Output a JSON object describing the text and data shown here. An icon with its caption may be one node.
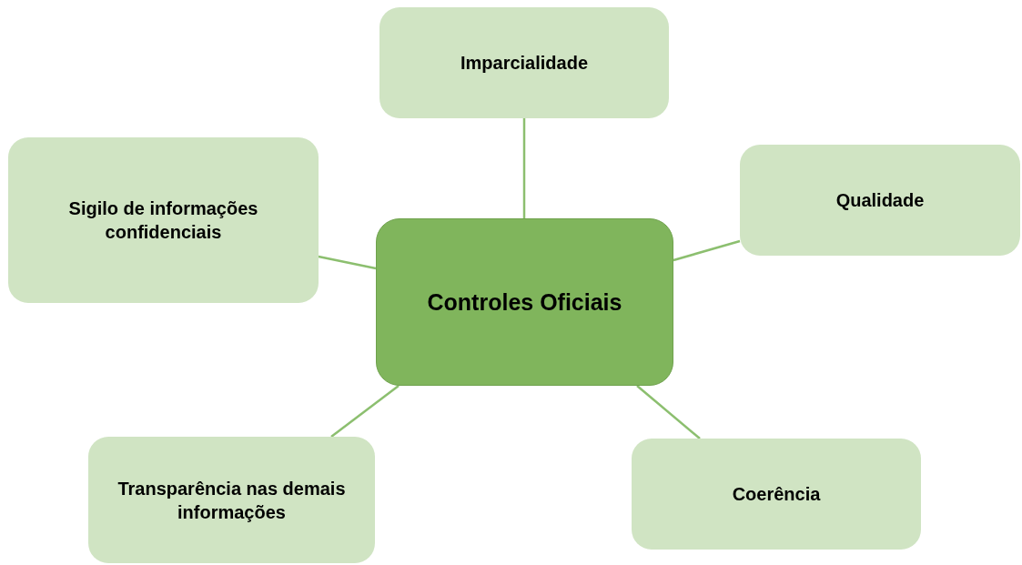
{
  "diagram": {
    "nodes": [
      {
        "text": [
          "Imparcialidade"
        ]
      },
      {
        "text": [
          "Sigilo de informações confidenciais"
        ]
      },
      {
        "text": [
          "Qualidade"
        ]
      },
      {
        "text": [
          "Controles Oficiais"
        ]
      },
      {
        "text": [
          "Transparência nas demais informações"
        ]
      },
      {
        "text": [
          "Coerência"
        ]
      }
    ],
    "edges": [
      {
        "from": 3,
        "to": 0,
        "arrow": "none"
      },
      {
        "from": 3,
        "to": 1,
        "arrow": "none"
      },
      {
        "from": 3,
        "to": 2,
        "arrow": "none"
      },
      {
        "from": 3,
        "to": 4,
        "arrow": "none"
      },
      {
        "from": 3,
        "to": 5,
        "arrow": "none"
      }
    ]
  }
}
